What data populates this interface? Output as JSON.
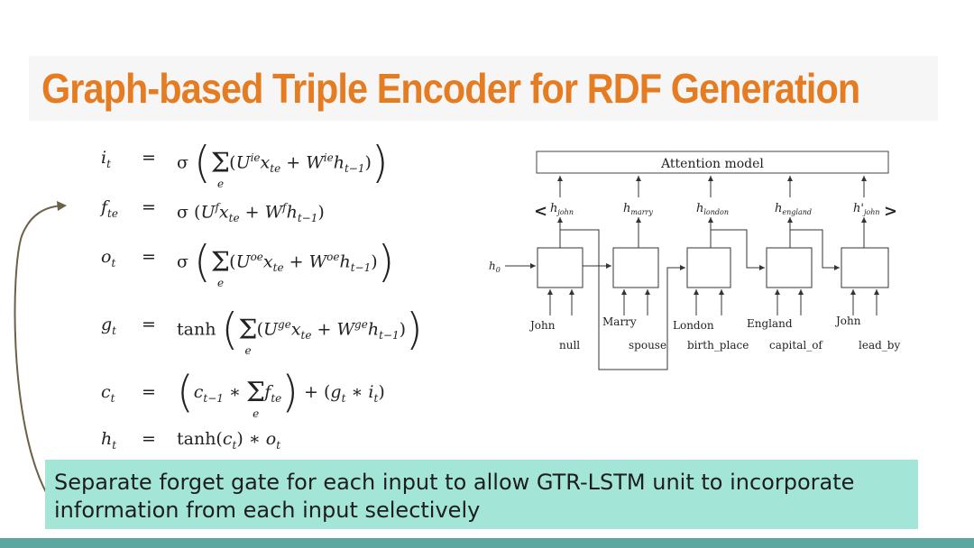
{
  "slide": {
    "title": "Graph-based Triple Encoder for RDF Generation",
    "callout": "Separate forget gate for each input to allow GTR-LSTM unit to incorporate information from each input selectively"
  },
  "equations": [
    {
      "lhs": "i_t",
      "rhs": "σ( Σ_e ( U^ie x_te + W^ie h_t−1 ) )"
    },
    {
      "lhs": "f_te",
      "rhs": "σ( U^f x_te + W^f h_t−1 )"
    },
    {
      "lhs": "o_t",
      "rhs": "σ( Σ_e ( U^oe x_te + W^oe h_t−1 ) )"
    },
    {
      "lhs": "g_t",
      "rhs": "tanh( Σ_e ( U^ge x_te + W^ge h_t−1 ) )"
    },
    {
      "lhs": "c_t",
      "rhs": "( c_t−1 ∗ Σ_e f_te ) + ( g_t ∗ i_t )"
    },
    {
      "lhs": "h_t",
      "rhs": "tanh(c_t) ∗ o_t"
    }
  ],
  "diagram": {
    "attention_label": "Attention model",
    "left_chevron": "<",
    "right_chevron": ">",
    "h0": "h",
    "h0_sub": "0",
    "h0_labels": [
      {
        "base": "h",
        "sub": "john"
      },
      {
        "base": "h",
        "sub": "marry"
      },
      {
        "base": "h",
        "sub": "london"
      },
      {
        "base": "h",
        "sub": "england"
      },
      {
        "base": "h'",
        "sub": "john"
      }
    ],
    "inputs_upper": [
      "John",
      "Marry",
      "London",
      "England",
      "John"
    ],
    "inputs_lower": [
      "null",
      "spouse",
      "birth_place",
      "capital_of",
      "lead_by"
    ]
  }
}
